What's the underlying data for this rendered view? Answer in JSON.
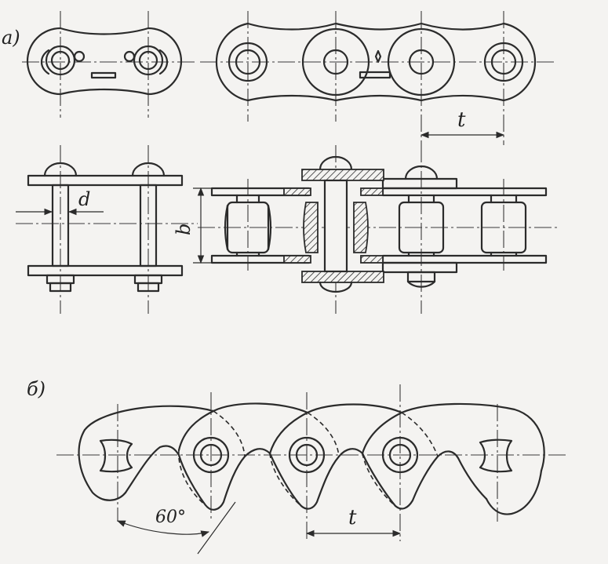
{
  "labels": {
    "view_a": "а)",
    "view_b": "б)",
    "pitch_top": "t",
    "pitch_bottom": "t",
    "pin_diameter": "d",
    "inner_width": "b",
    "angle": "60°"
  }
}
